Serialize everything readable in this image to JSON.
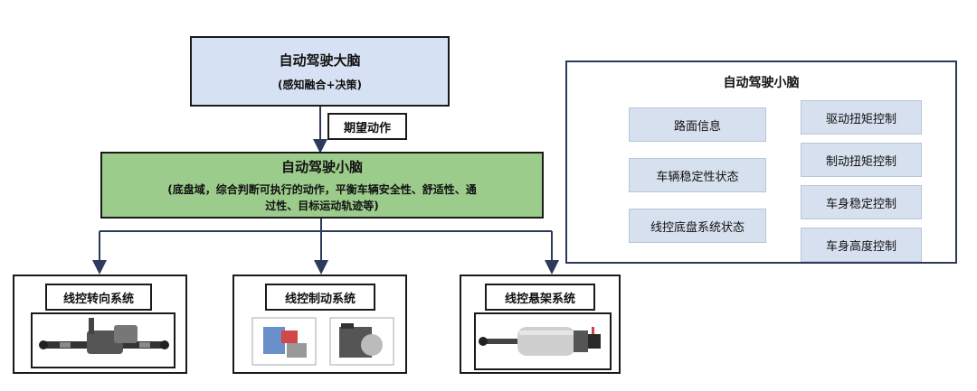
{
  "top_brain": {
    "title": "自动驾驶大脑",
    "subtitle": "(感知融合+决策)"
  },
  "arrow_label": "期望动作",
  "small_brain": {
    "title": "自动驾驶小脑",
    "desc_line1": "(底盘域，综合判断可执行的动作，平衡车辆安全性、舒适性、通",
    "desc_line2": "过性、目标运动轨迹等)"
  },
  "right_panel": {
    "title": "自动驾驶小脑",
    "inputs": [
      "路面信息",
      "车辆稳定性状态",
      "线控底盘系统状态"
    ],
    "controls": [
      "驱动扭矩控制",
      "制动扭矩控制",
      "车身稳定控制",
      "车身高度控制"
    ]
  },
  "systems": [
    {
      "label": "线控转向系统",
      "image": "steering-rack-image"
    },
    {
      "label": "线控制动系统",
      "image": "brake-unit-image"
    },
    {
      "label": "线控悬架系统",
      "image": "air-suspension-image"
    }
  ],
  "colors": {
    "top_fill": "#d6e2f3",
    "middle_fill": "#9ccc8c",
    "panel_box": "#d6e0ee",
    "connector": "#2d3a5c"
  }
}
